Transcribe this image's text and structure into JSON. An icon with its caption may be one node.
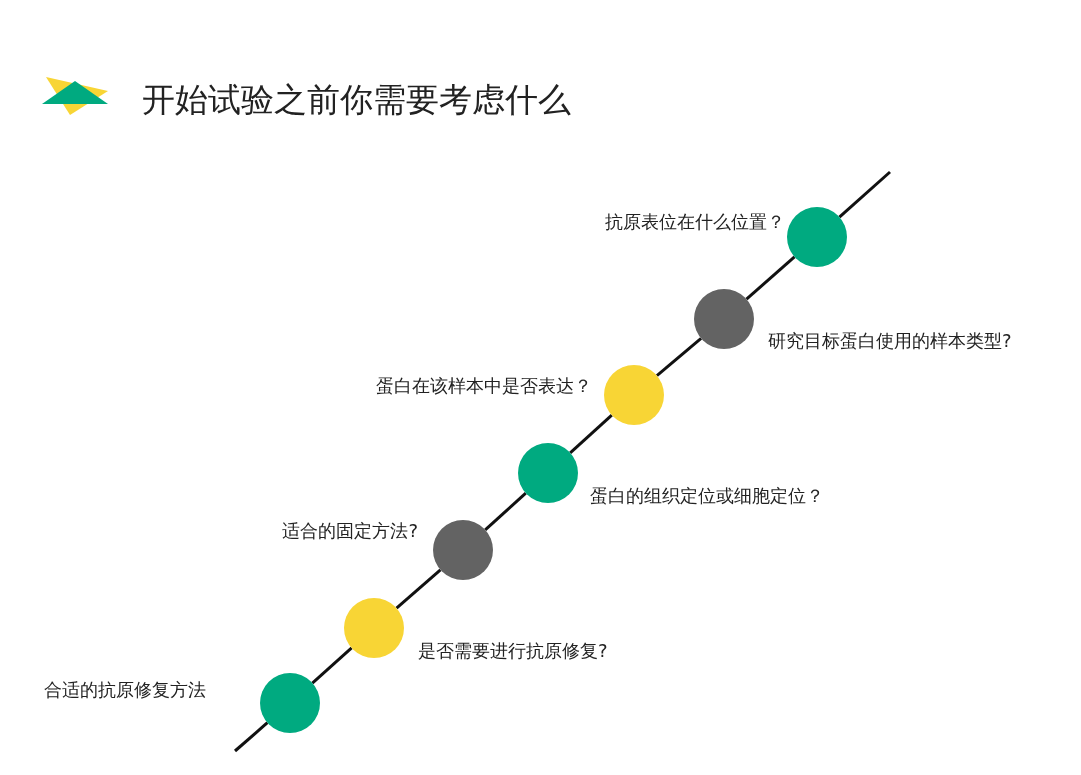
{
  "diagram": {
    "title": "开始试验之前你需要考虑什么",
    "nodes": [
      {
        "text": [],
        "shape": "circle",
        "beside": [
          "抗原表位在什么位置？"
        ]
      },
      {
        "text": [],
        "shape": "circle",
        "beside": [
          "研究目标蛋白使用的样本类型?"
        ]
      },
      {
        "text": [],
        "shape": "circle",
        "beside": [
          "蛋白在该样本中是否表达？"
        ]
      },
      {
        "text": [],
        "shape": "circle",
        "beside": [
          "蛋白的组织定位或细胞定位？"
        ]
      },
      {
        "text": [],
        "shape": "circle",
        "beside": [
          "适合的固定方法?"
        ]
      },
      {
        "text": [],
        "shape": "circle",
        "beside": [
          "是否需要进行抗原修复?"
        ]
      },
      {
        "text": [],
        "shape": "circle",
        "beside": [
          "合适的抗原修复方法"
        ]
      }
    ],
    "edges": [
      {
        "from": null,
        "to": 0,
        "arrow": "none"
      },
      {
        "from": 0,
        "to": 1,
        "arrow": "none"
      },
      {
        "from": 1,
        "to": 2,
        "arrow": "none"
      },
      {
        "from": 2,
        "to": 3,
        "arrow": "none"
      },
      {
        "from": 3,
        "to": 4,
        "arrow": "none"
      },
      {
        "from": 4,
        "to": 5,
        "arrow": "none"
      },
      {
        "from": 5,
        "to": 6,
        "arrow": "none"
      },
      {
        "from": 6,
        "to": null,
        "arrow": "none"
      }
    ]
  }
}
